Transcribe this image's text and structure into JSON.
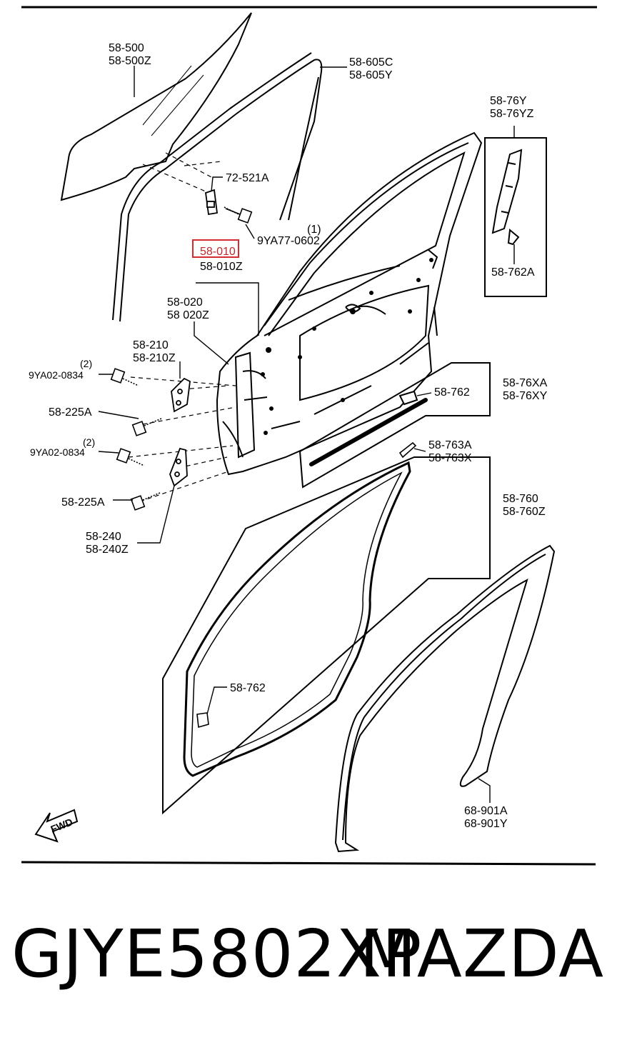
{
  "diagram": {
    "labels": {
      "glass": [
        "58-500",
        "58-500Z"
      ],
      "run_channel": [
        "58-605C",
        "58-605Y"
      ],
      "clip_72": "72-521A",
      "bolt_9ya77_qty": "(1)",
      "bolt_9ya77": "9YA77-0602",
      "door_highlight": "58-010",
      "door_z": "58-010Z",
      "garnish": [
        "58-76Y",
        "58-76YZ"
      ],
      "garnish_clip": "58-762A",
      "panel": [
        "58-020",
        "58 020Z"
      ],
      "upper_hinge": [
        "58-210",
        "58-210Z"
      ],
      "bolt_upper_qty": "(2)",
      "bolt_upper": "9YA02-0834",
      "screw_upper": "58-225A",
      "bolt_lower_qty": "(2)",
      "bolt_lower": "9YA02-0834",
      "screw_lower": "58-225A",
      "lower_hinge": [
        "58-240",
        "58-240Z"
      ],
      "weatherstrip_outer": [
        "58-76XA",
        "58-76XY"
      ],
      "clip_762_top": "58-762",
      "end_cap": [
        "58-763A",
        "58-763X"
      ],
      "weatherstrip_door": [
        "58-760",
        "58-760Z"
      ],
      "clip_762_bottom": "58-762",
      "body_seal": [
        "68-901A",
        "68-901Y"
      ],
      "fwd_arrow": "FWD"
    },
    "highlight_color": "#d62a33"
  },
  "footer": {
    "part_number": "GJYE5802XP",
    "brand": "MAZDA"
  }
}
